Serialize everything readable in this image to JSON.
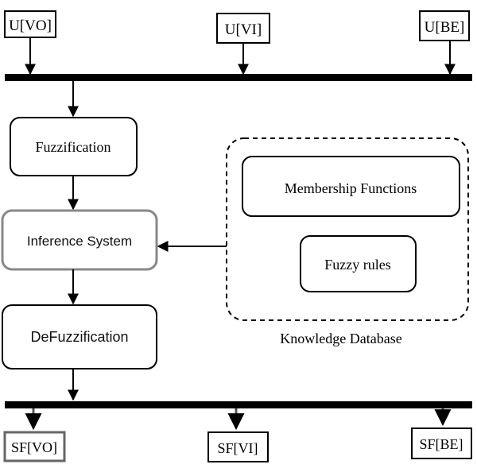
{
  "inputs": [
    "U[VO]",
    "U[VI]",
    "U[BE]"
  ],
  "outputs": [
    "SF[VO]",
    "SF[VI]",
    "SF[BE]"
  ],
  "process": {
    "fuzzification": "Fuzzification",
    "inference": "Inference System",
    "defuzzification": "DeFuzzification"
  },
  "knowledge": {
    "membership": "Membership Functions",
    "rules": "Fuzzy rules",
    "label": "Knowledge Database"
  }
}
